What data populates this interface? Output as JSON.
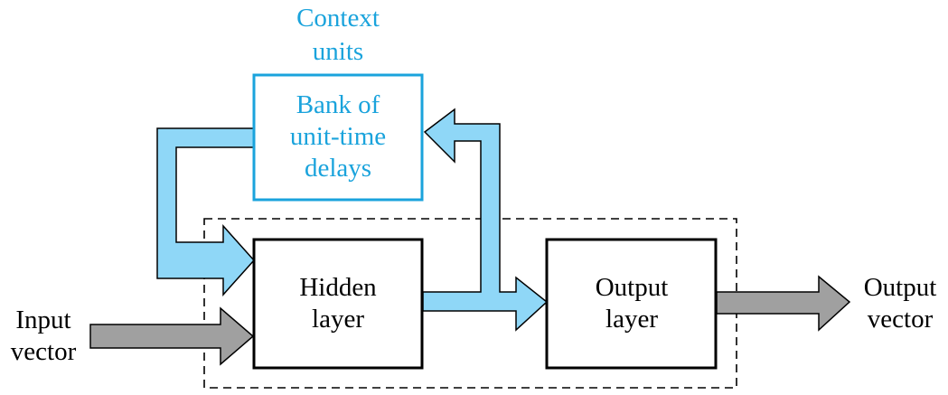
{
  "colors": {
    "accent": "#1aa3dc",
    "arrow_fill": "#8fd7f7",
    "gray_arrow_fill": "#a0a0a0",
    "stroke": "#000000"
  },
  "context": {
    "title_line1": "Context",
    "title_line2": "units",
    "box_line1": "Bank of",
    "box_line2": "unit-time",
    "box_line3": "delays"
  },
  "hidden": {
    "line1": "Hidden",
    "line2": "layer"
  },
  "output_layer": {
    "line1": "Output",
    "line2": "layer"
  },
  "input": {
    "line1": "Input",
    "line2": "vector"
  },
  "output_vector": {
    "line1": "Output",
    "line2": "vector"
  }
}
